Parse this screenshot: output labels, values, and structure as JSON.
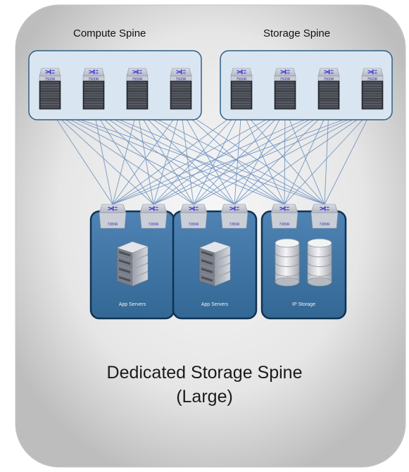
{
  "groups": {
    "compute_spine": "Compute Spine",
    "storage_spine": "Storage Spine"
  },
  "spine_switch_label": "7500R",
  "leaf_switch_label": "7280R",
  "racks": [
    {
      "label": "App Servers",
      "kind": "servers"
    },
    {
      "label": "App Servers",
      "kind": "servers"
    },
    {
      "label": "IP Storage",
      "kind": "storage"
    }
  ],
  "title": {
    "line1": "Dedicated Storage Spine",
    "line2": "(Large)"
  },
  "colors": {
    "panel_fill": "#dde8f3",
    "panel_stroke": "#2e5f85",
    "rack_fill": "#3d72a4",
    "rack_stroke": "#0f3352",
    "link": "#6f93c3",
    "background_gradient_center": "#f3f3f3",
    "background_gradient_edge": "#b8b8b8"
  },
  "icons": {
    "switch": "crossed-arrows-icon",
    "server": "server-stack-icon",
    "storage": "database-cylinder-icon"
  }
}
